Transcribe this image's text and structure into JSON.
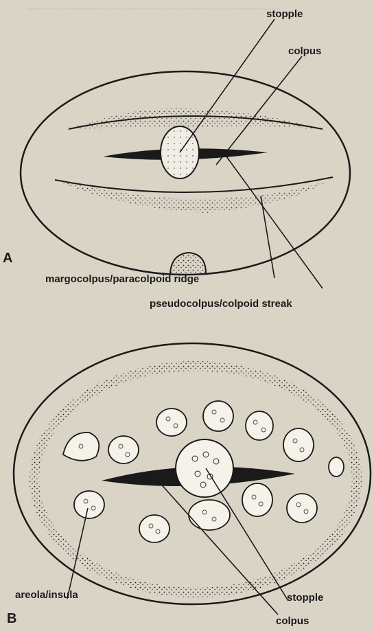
{
  "figure_a": {
    "panel_letter": "A",
    "labels": {
      "stopple": "stopple",
      "colpus": "colpus",
      "margocolpus": "margocolpus/paracolpoid ridge",
      "pseudocolpus": "pseudocolpus/colpoid streak"
    }
  },
  "figure_b": {
    "panel_letter": "B",
    "labels": {
      "areola": "areola/insula",
      "stopple": "stopple",
      "colpus": "colpus"
    }
  },
  "colors": {
    "background": "#d9d4c6",
    "ink": "#1a1a1a",
    "bleed_text": "#b9b3a4"
  }
}
